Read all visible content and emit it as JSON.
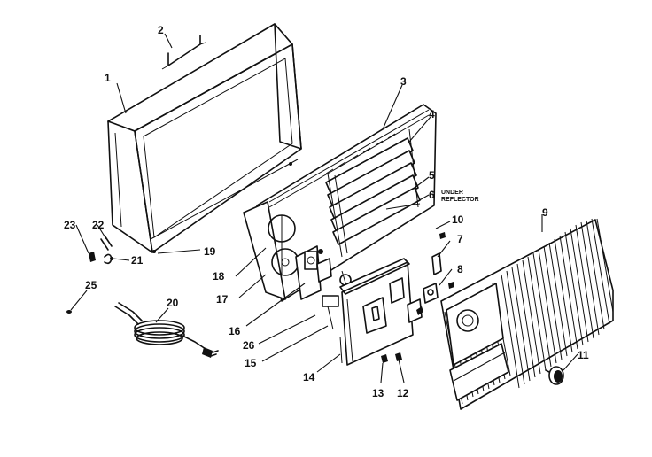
{
  "callouts": [
    "1",
    "2",
    "3",
    "4",
    "5",
    "6",
    "7",
    "8",
    "9",
    "10",
    "11",
    "12",
    "13",
    "14",
    "15",
    "16",
    "17",
    "18",
    "19",
    "20",
    "21",
    "22",
    "23",
    "25",
    "26"
  ],
  "note": [
    "UNDER",
    "REFLECTOR"
  ]
}
